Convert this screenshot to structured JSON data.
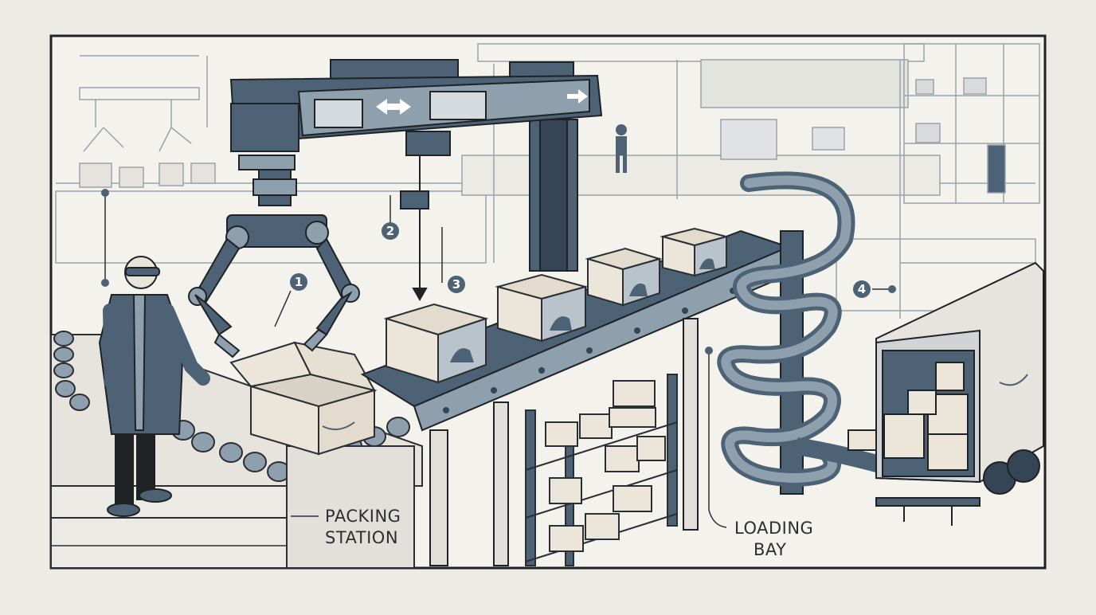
{
  "diagram": {
    "step_markers": [
      "1",
      "2",
      "3",
      "4"
    ],
    "labels": {
      "packing_line1": "PACKING",
      "packing_line2": "STATION",
      "loading_line1": "LOADING",
      "loading_line2": "BAY"
    }
  },
  "colors": {
    "paper": "#ecebe4",
    "panel": "#f3f2ec",
    "ink": "#2b2f33",
    "steel": "#4d6274",
    "steel_dark": "#354555",
    "steel_light": "#8ea0ae",
    "box": "#ece6da",
    "line": "#9aa3aa"
  },
  "icons": [
    "arrow-left-right-icon",
    "arrow-right-icon",
    "arrow-down-icon",
    "amazon-smile-logo"
  ]
}
